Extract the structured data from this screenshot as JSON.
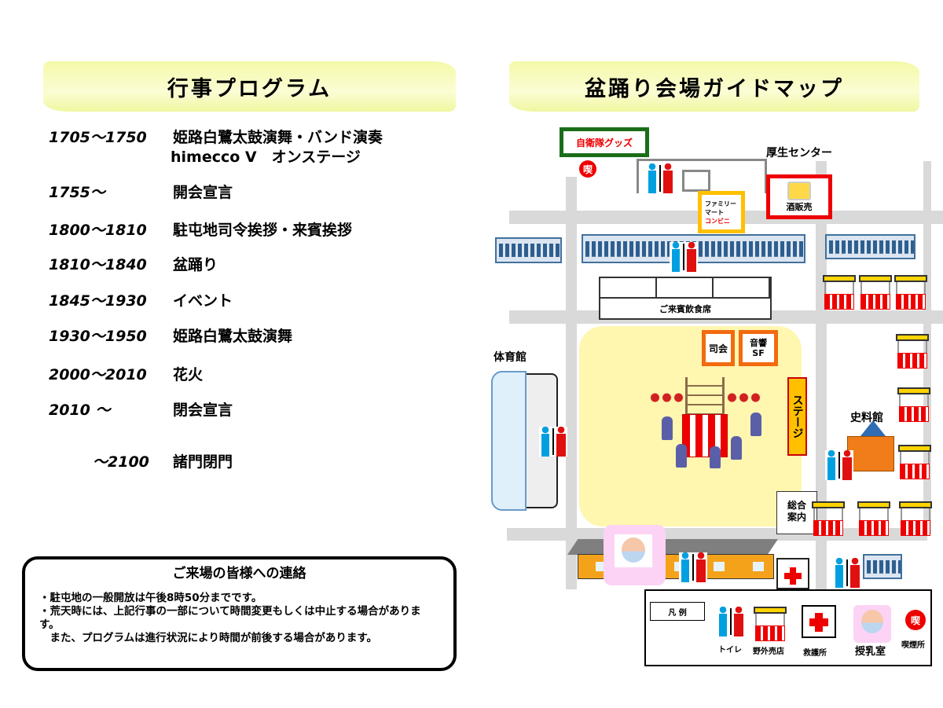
{
  "program": {
    "title": "行事プログラム",
    "rows": [
      {
        "time": "1705～1750",
        "event": "姫路白鷺太鼓演舞・バンド演奏",
        "event2": "himecco V　オンステージ"
      },
      {
        "time": "1755～",
        "event": "開会宣言"
      },
      {
        "time": "1800～1810",
        "event": "駐屯地司令挨拶・来賓挨拶"
      },
      {
        "time": "1810～1840",
        "event": "盆踊り"
      },
      {
        "time": "1845～1930",
        "event": "イベント"
      },
      {
        "time": "1930～1950",
        "event": "姫路白鷺太鼓演舞"
      },
      {
        "time": "2000～2010",
        "event": "花火"
      },
      {
        "time": "2010 ～",
        "event": "閉会宣言"
      },
      {
        "time": "～2100",
        "event": "諸門閉門"
      }
    ]
  },
  "notice": {
    "title": "ご来場の皆様への連絡",
    "lines": [
      "・駐屯地の一般開放は午後8時50分までです。",
      "・荒天時には、上記行事の一部について時間変更もしくは中止する場合があります。",
      "　また、プログラムは進行状況により時間が前後する場合があります。"
    ]
  },
  "map": {
    "title": "盆踊り会場ガイドマップ",
    "goods": "自衛隊グッズ",
    "welfare_center": "厚生センター",
    "kissa": "喫",
    "conbini_1": "ファミリー",
    "conbini_2": "マート",
    "conbini_3": "コンビニ",
    "liquor": "酒販売",
    "guest_seats": "ご来賓飲食席",
    "mc": "司会",
    "sound_1": "音響",
    "sound_2": "SF",
    "stage": "ステージ",
    "gym": "体育館",
    "museum": "史料館",
    "info_1": "総合",
    "info_2": "案内",
    "colors": {
      "road": "#d9d9d9",
      "plaza": "#fff6b0",
      "goods_border": "#1a6e1a",
      "conbini_border": "#ffc000",
      "red": "#e00000"
    }
  },
  "legend": {
    "title": "凡 例",
    "toilet": "トイレ",
    "stall": "野外売店",
    "first_aid": "救護所",
    "nursing": "授乳室",
    "smoking": "喫煙所",
    "kissa": "喫"
  }
}
